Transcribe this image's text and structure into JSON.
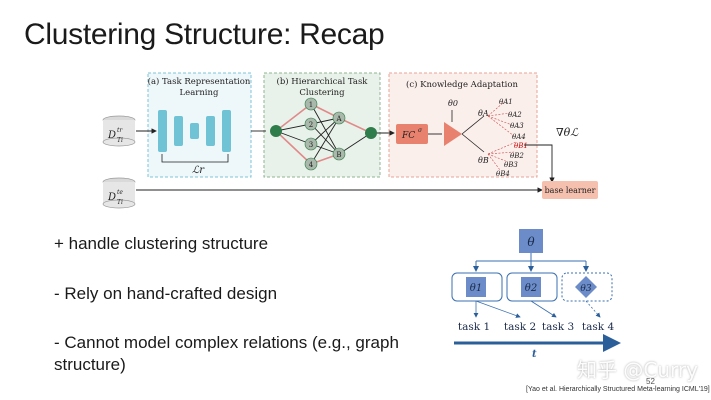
{
  "slide": {
    "title": "Clustering Structure: Recap",
    "bullets": [
      "+ handle clustering structure",
      "- Rely on hand-crafted design",
      "- Cannot model complex relations (e.g., graph",
      "structure)"
    ],
    "citation": "[Yao et al. Hierarchically Structured Meta-learning ICML'19]",
    "page_number": "52",
    "watermark": "知乎 @Curry"
  },
  "figure": {
    "panel_a_title": "(a) Task Representation",
    "panel_a_title2": "Learning",
    "panel_b_title": "(b) Hierarchical Task",
    "panel_b_title2": "Clustering",
    "panel_c_title": "(c) Knowledge Adaptation",
    "loss_r": "ℒr",
    "grad_label": "∇θℒ",
    "fc_label": "FC",
    "fc_sup": "σ",
    "base_learner": "base learner",
    "data_tr": "D",
    "data_tr_sup": "tr",
    "data_tr_sub": "Ti",
    "data_te": "D",
    "data_te_sup": "te",
    "data_te_sub": "Ti",
    "node_labels": [
      "1",
      "2",
      "3",
      "4",
      "A",
      "B"
    ],
    "theta0": "θ0",
    "thetaA": "θA",
    "thetaB": "θB",
    "thetaA_list": [
      "θA1",
      "θA2",
      "θA3",
      "θA4"
    ],
    "thetaB_list": [
      "θB1",
      "θB2",
      "θB3",
      "θB4"
    ]
  },
  "tree": {
    "root": "θ",
    "children": [
      "θ1",
      "θ2",
      "θ3"
    ],
    "tasks": [
      "task 1",
      "task 2",
      "task 3",
      "task 4"
    ],
    "axis_label": "t"
  },
  "colors": {
    "panel_a_bg": "#eef7fa",
    "panel_a_border": "#7cc4d8",
    "panel_a_block": "#6fc3d5",
    "panel_b_bg": "#e9f2ea",
    "panel_b_border": "#8fb48f",
    "node_green": "#2e7d4a",
    "node_gray": "#a9b8aa",
    "edge_pink": "#e08a8a",
    "panel_c_bg": "#fbefec",
    "panel_c_border": "#e8a395",
    "fc_box": "#e8826f",
    "base_learner_box": "#f6c0ae",
    "tree_blue": "#6b8cc8",
    "tree_border": "#3a6fb0",
    "axis_blue": "#2b5f9a"
  }
}
